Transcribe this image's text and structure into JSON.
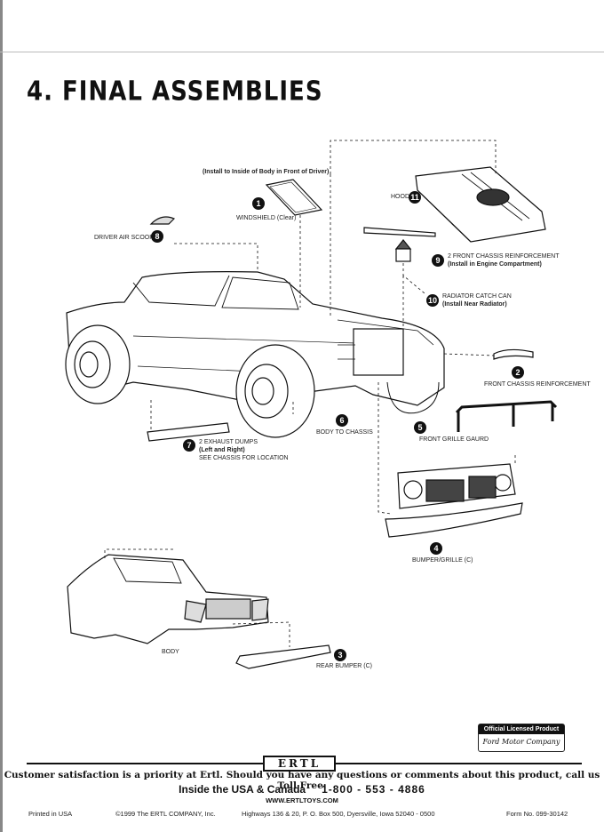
{
  "header": {
    "title": "4. FINAL ASSEMBLIES"
  },
  "parts": {
    "windshield": {
      "label": "WINDSHIELD (Clear)",
      "note": "(Install to Inside of Body in Front of Driver)",
      "num": "1"
    },
    "hood": {
      "label": "HOOD",
      "num": "11"
    },
    "air_scoop": {
      "label": "DRIVER AIR SCOOP",
      "num": "8"
    },
    "front_chassis_reinf_2": {
      "label": "2 FRONT CHASSIS REINFORCEMENT",
      "note": "(Install in Engine Compartment)",
      "num": "9"
    },
    "radiator_catch_can": {
      "label": "RADIATOR CATCH CAN",
      "note": "(Install Near Radiator)",
      "num": "10"
    },
    "front_chassis_reinf": {
      "label": "FRONT CHASSIS REINFORCEMENT",
      "num": "2"
    },
    "body_to_chassis": {
      "label": "BODY TO CHASSIS",
      "num": "6"
    },
    "exhaust_dumps": {
      "label": "2 EXHAUST DUMPS",
      "note": "(Left and Right)",
      "note2": "SEE CHASSIS FOR LOCATION",
      "num": "7"
    },
    "front_grille_guard": {
      "label": "FRONT GRILLE GAURD",
      "num": "5"
    },
    "bumper_grille": {
      "label": "BUMPER/GRILLE (C)",
      "num": "4"
    },
    "body": {
      "label": "BODY"
    },
    "rear_bumper": {
      "label": "REAR BUMPER (C)",
      "num": "3"
    }
  },
  "license": {
    "heading": "Official Licensed Product",
    "brand": "Ford Motor Company"
  },
  "footer": {
    "brand": "ERTL",
    "satisfaction": "Customer satisfaction is a priority at Ertl. Should you have any questions or comments about this product, call us Toll Free:",
    "region": "Inside the USA & Canada",
    "phone": "1-800 - 553 - 4886",
    "website": "WWW.ERTLTOYS.COM",
    "printed": "Printed in USA",
    "copyright": "©1999 The ERTL COMPANY, Inc.",
    "address": "Highways 136 & 20,  P. O. Box 500,  Dyersville, Iowa  52040 - 0500",
    "form": "Form No. 099-30142"
  }
}
